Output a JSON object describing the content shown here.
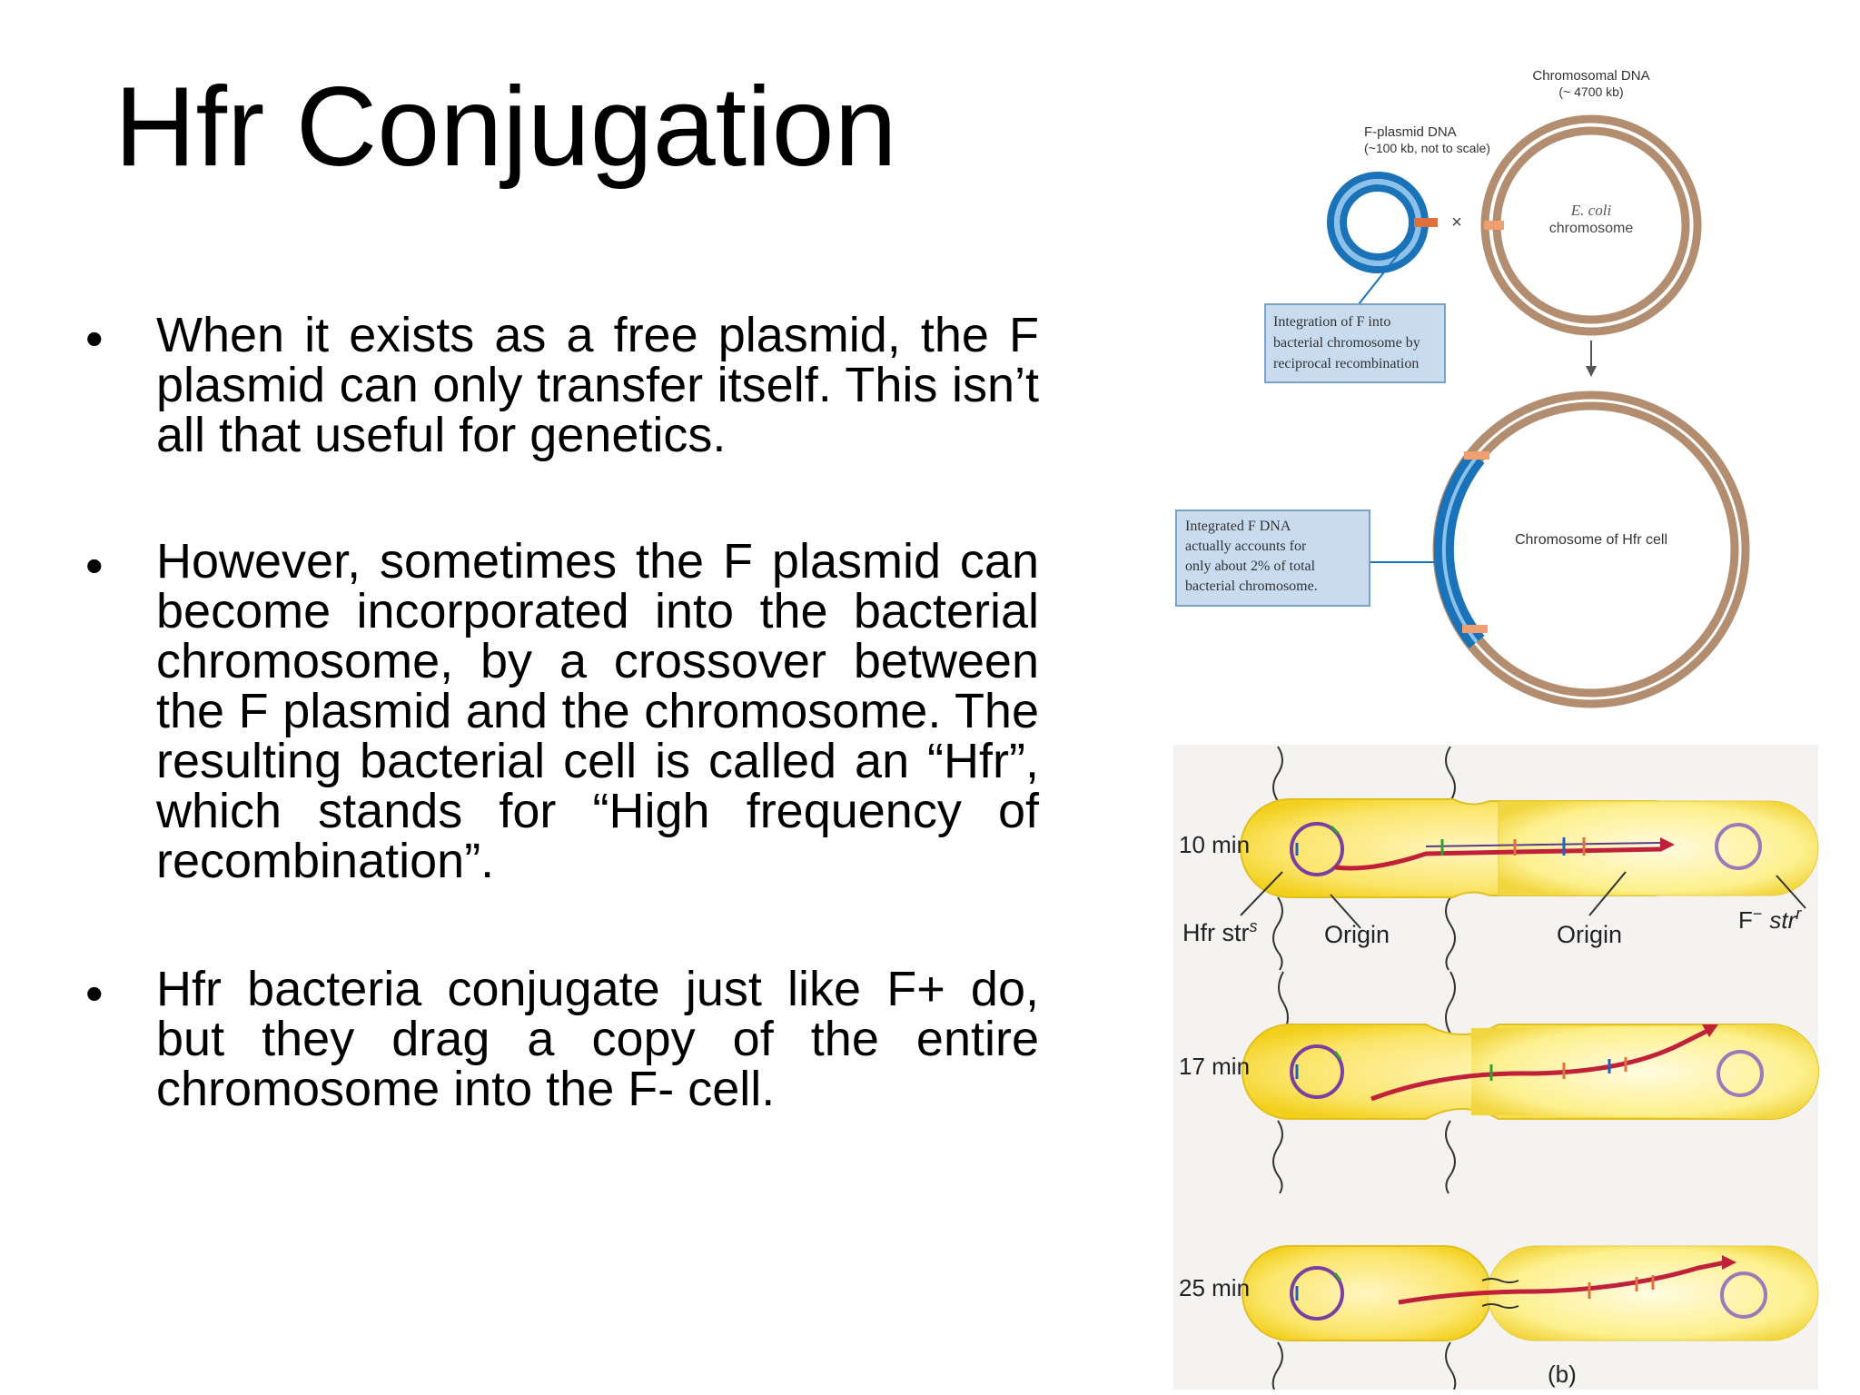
{
  "title": "Hfr Conjugation",
  "bullets": [
    {
      "marker": "•",
      "text": "When it exists as a free plasmid, the F plasmid can only transfer itself. This isn’t all that  useful for genetics."
    },
    {
      "marker": "•",
      "text": "However, sometimes the F plasmid can become incorporated into the bacterial chromosome, by a crossover between the F plasmid and the chromosome.  The resulting bacterial cell is called an “Hfr”, which stands for “High frequency of recombination”."
    },
    {
      "marker": "•",
      "text": "Hfr bacteria conjugate just like F+ do, but they drag a copy of the entire chromosome into the F- cell."
    }
  ],
  "figure_a": {
    "chromosomal_dna_label": "Chromosomal DNA",
    "chromosomal_dna_size": "(~ 4700 kb)",
    "fplasmid_label": "F-plasmid DNA",
    "fplasmid_size": "(~100 kb, not to scale)",
    "ecoli_italic": "E. coli",
    "ecoli_chromosome": "chromosome",
    "crossover_mark": "×",
    "integration_box": [
      "Integration of F into",
      "bacterial chromosome by",
      "reciprocal recombination"
    ],
    "integrated_box": [
      "Integrated F DNA",
      "actually  accounts for",
      "only about 2% of total",
      "bacterial chromosome."
    ],
    "hfr_chromosome_label": "Chromosome of Hfr cell"
  },
  "figure_b": {
    "times": [
      "10 min",
      "17 min",
      "25 min"
    ],
    "hfr_label": "Hfr str",
    "hfr_superscript": "s",
    "origin_labels": [
      "Origin",
      "Origin"
    ],
    "fminus_label": "F",
    "fminus_superscript": "−",
    "fminus_str": "str",
    "fminus_str_superscript": "r",
    "panel_label": "(b)"
  },
  "colors": {
    "plasmid_blue": "#1a72b8",
    "chromosome_tan": "#b38d6f",
    "crossover_orange": "#e07040",
    "box_fill": "#c9dcef",
    "box_border": "#7aa2c8",
    "cell_yellow": "#f7d92a",
    "dna_red": "#c0203a"
  }
}
